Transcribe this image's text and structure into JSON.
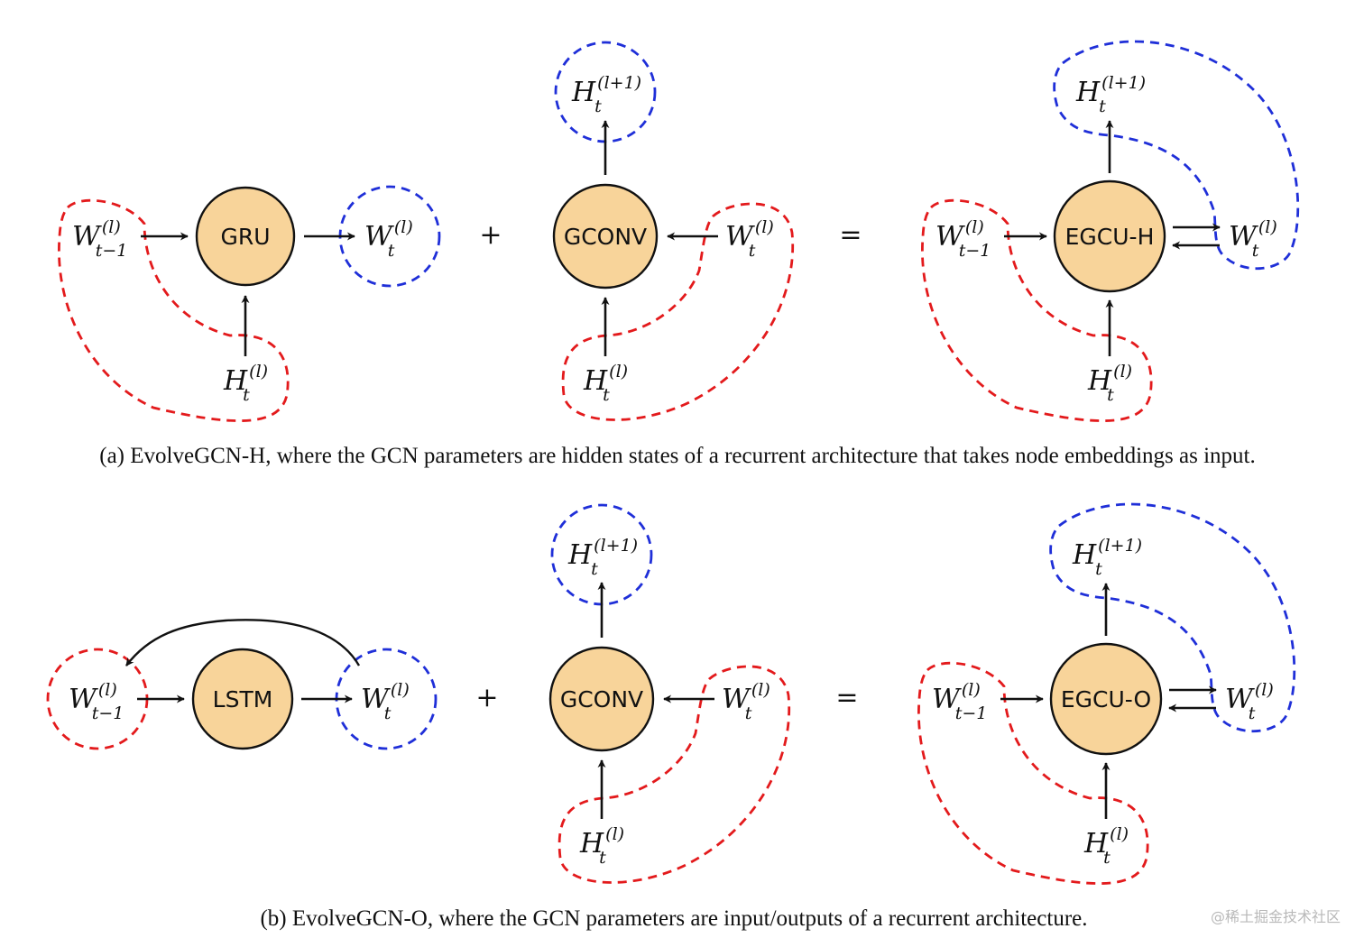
{
  "colors": {
    "node_fill": "#f8d49a",
    "node_stroke": "#111111",
    "input_region": "#e31a1c",
    "output_region": "#1f2fd8",
    "arrow": "#111111"
  },
  "row_a": {
    "caption": "(a) EvolveGCN-H, where the GCN parameters are hidden states of a recurrent architecture that takes node embeddings as input.",
    "panel1": {
      "unit_label": "GRU",
      "w_prev": {
        "base": "W",
        "sup": "(l)",
        "sub": "t−1"
      },
      "h_in": {
        "base": "H",
        "sup": "(l)",
        "sub": "t"
      },
      "w_out": {
        "base": "W",
        "sup": "(l)",
        "sub": "t"
      }
    },
    "op_plus": "+",
    "panel2": {
      "unit_label": "GCONV",
      "h_next": {
        "base": "H",
        "sup": "(l+1)",
        "sub": "t"
      },
      "w_in": {
        "base": "W",
        "sup": "(l)",
        "sub": "t"
      },
      "h_in": {
        "base": "H",
        "sup": "(l)",
        "sub": "t"
      }
    },
    "op_eq": "=",
    "panel3": {
      "unit_label": "EGCU-H",
      "h_next": {
        "base": "H",
        "sup": "(l+1)",
        "sub": "t"
      },
      "w_prev": {
        "base": "W",
        "sup": "(l)",
        "sub": "t−1"
      },
      "w_cur": {
        "base": "W",
        "sup": "(l)",
        "sub": "t"
      },
      "h_in": {
        "base": "H",
        "sup": "(l)",
        "sub": "t"
      }
    }
  },
  "row_b": {
    "caption": "(b) EvolveGCN-O, where the GCN parameters are input/outputs of a recurrent architecture.",
    "panel1": {
      "unit_label": "LSTM",
      "w_prev": {
        "base": "W",
        "sup": "(l)",
        "sub": "t−1"
      },
      "w_out": {
        "base": "W",
        "sup": "(l)",
        "sub": "t"
      }
    },
    "op_plus": "+",
    "panel2": {
      "unit_label": "GCONV",
      "h_next": {
        "base": "H",
        "sup": "(l+1)",
        "sub": "t"
      },
      "w_in": {
        "base": "W",
        "sup": "(l)",
        "sub": "t"
      },
      "h_in": {
        "base": "H",
        "sup": "(l)",
        "sub": "t"
      }
    },
    "op_eq": "=",
    "panel3": {
      "unit_label": "EGCU-O",
      "h_next": {
        "base": "H",
        "sup": "(l+1)",
        "sub": "t"
      },
      "w_prev": {
        "base": "W",
        "sup": "(l)",
        "sub": "t−1"
      },
      "w_cur": {
        "base": "W",
        "sup": "(l)",
        "sub": "t"
      },
      "h_in": {
        "base": "H",
        "sup": "(l)",
        "sub": "t"
      }
    }
  },
  "watermark": "@稀土掘金技术社区"
}
